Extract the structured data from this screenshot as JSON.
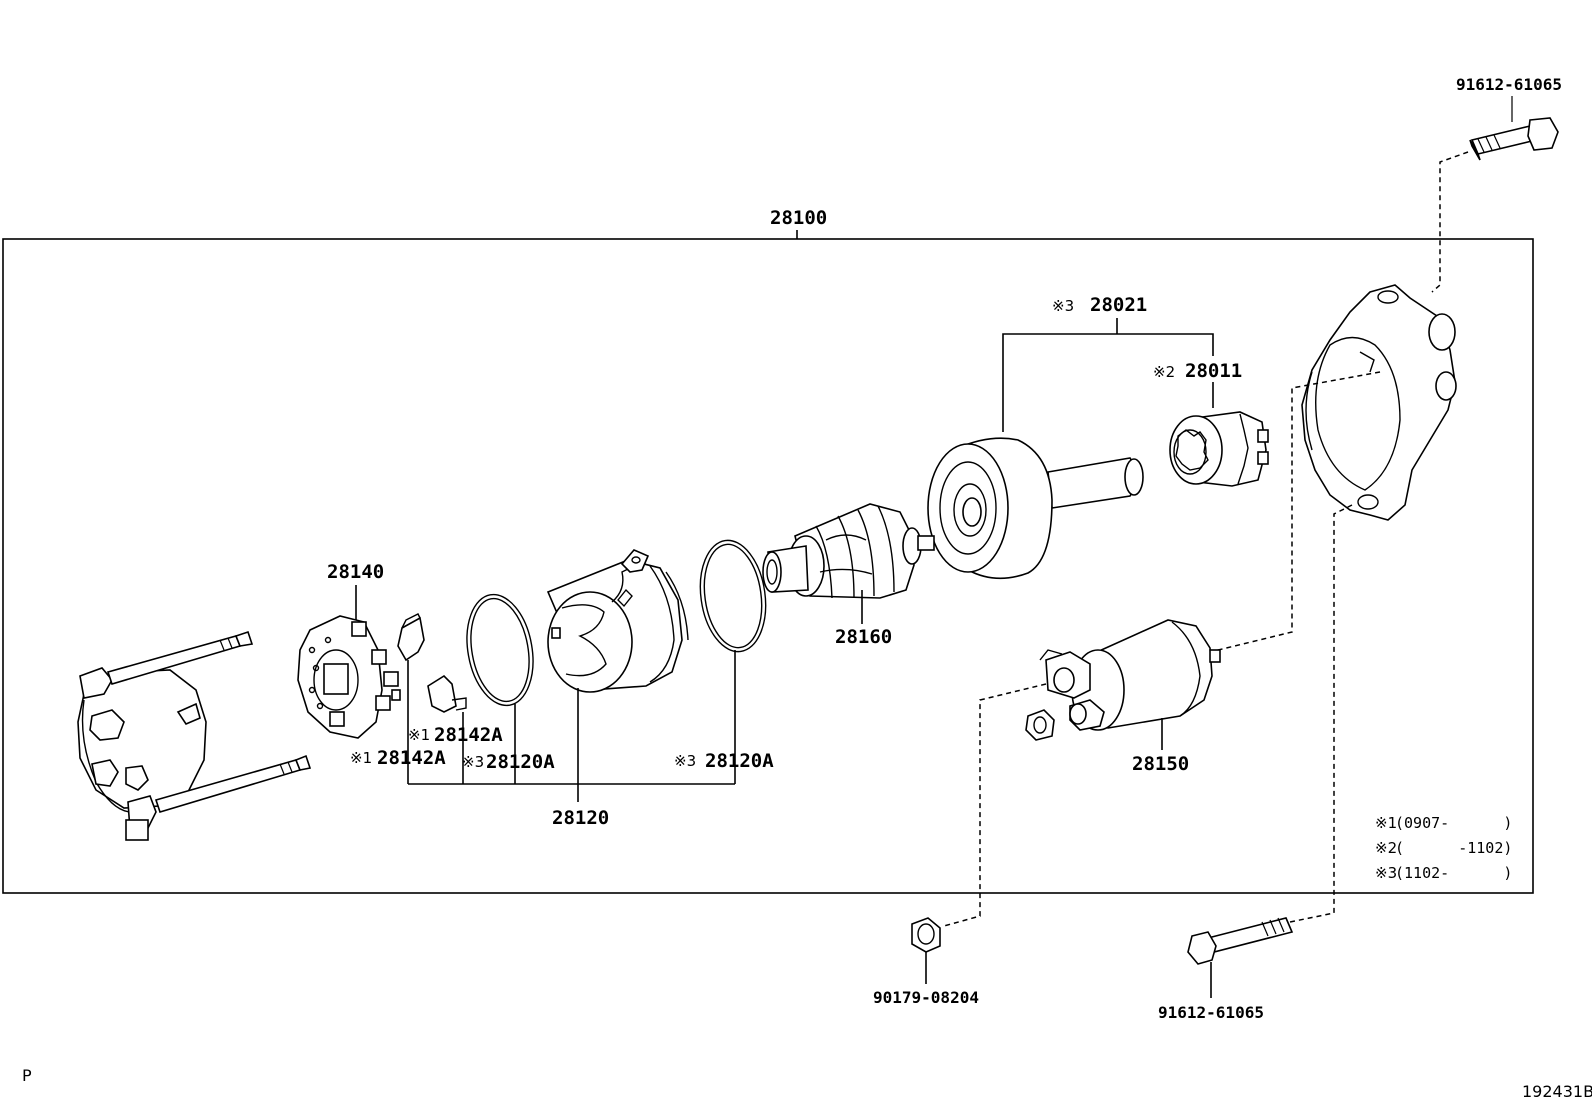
{
  "labels": {
    "assembly": "28100",
    "bolt_top": "91612-61065",
    "brush_holder": "28140",
    "brush_a": "28142A",
    "brush_b": "28142A",
    "cap_a": "28120A",
    "cap_b": "28120A",
    "yoke": "28120",
    "armature": "28160",
    "clutch_assy": "28021",
    "pinion": "28011",
    "solenoid": "28150",
    "nut": "90179-08204",
    "bolt_bottom": "91612-61065"
  },
  "marks": {
    "m1": "※1",
    "m2": "※2",
    "m3": "※3"
  },
  "legend": [
    {
      "mark": "※1",
      "range": "(0907-      )"
    },
    {
      "mark": "※2",
      "range": "(      -1102)"
    },
    {
      "mark": "※3",
      "range": "(1102-      )"
    }
  ],
  "corner": {
    "left": "P",
    "right": "192431B"
  }
}
